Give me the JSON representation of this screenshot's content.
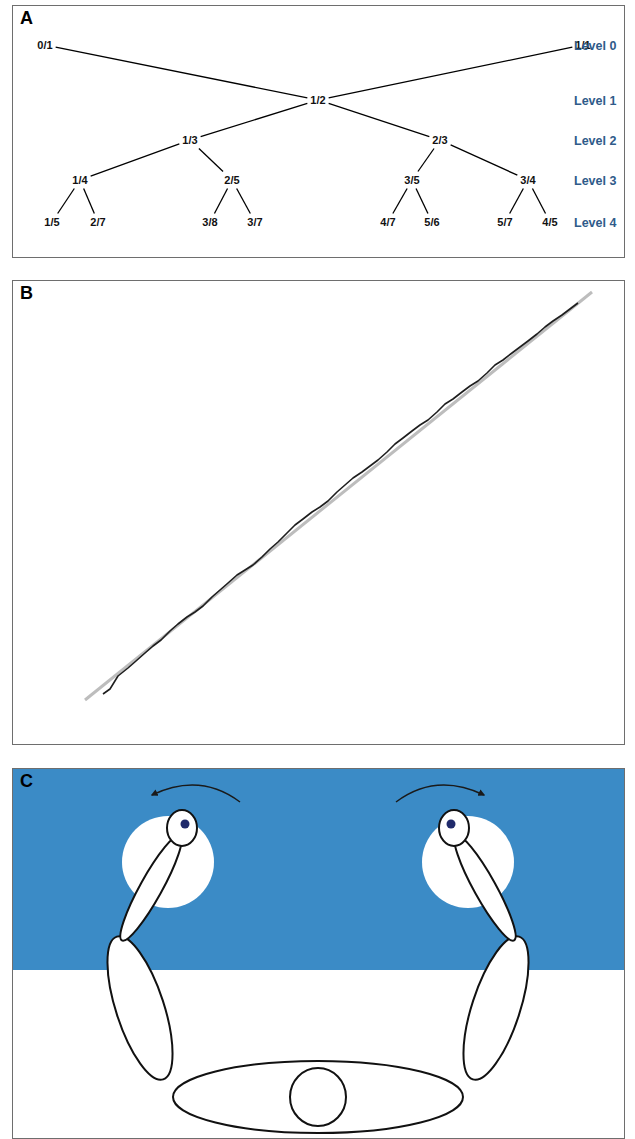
{
  "diagram": {
    "nodes": [
      {
        "text": [
          "A"
        ]
      },
      {
        "text": [
          "0/1"
        ],
        "in": 0
      },
      {
        "text": [
          "1/1"
        ],
        "in": 0
      },
      {
        "text": [
          "1/2"
        ],
        "in": 0
      },
      {
        "text": [
          "1/3"
        ],
        "in": 0
      },
      {
        "text": [
          "2/3"
        ],
        "in": 0
      },
      {
        "text": [
          "1/4"
        ],
        "in": 0
      },
      {
        "text": [
          "2/5"
        ],
        "in": 0
      },
      {
        "text": [
          "3/5"
        ],
        "in": 0
      },
      {
        "text": [
          "3/4"
        ],
        "in": 0
      },
      {
        "text": [
          "1/5"
        ],
        "in": 0
      },
      {
        "text": [
          "2/7"
        ],
        "in": 0
      },
      {
        "text": [
          "3/8"
        ],
        "in": 0
      },
      {
        "text": [
          "3/7"
        ],
        "in": 0
      },
      {
        "text": [
          "4/7"
        ],
        "in": 0
      },
      {
        "text": [
          "5/6"
        ],
        "in": 0
      },
      {
        "text": [
          "5/7"
        ],
        "in": 0
      },
      {
        "text": [
          "4/5"
        ],
        "in": 0
      },
      {
        "text": [
          "B"
        ]
      },
      {
        "text": [
          "C"
        ]
      }
    ],
    "edges": [
      {
        "from": 1,
        "to": 3,
        "arrow": "none"
      },
      {
        "from": 2,
        "to": 3,
        "arrow": "none"
      },
      {
        "from": 3,
        "to": 4,
        "arrow": "none"
      },
      {
        "from": 3,
        "to": 5,
        "arrow": "none"
      },
      {
        "from": 4,
        "to": 6,
        "arrow": "none"
      },
      {
        "from": 4,
        "to": 7,
        "arrow": "none"
      },
      {
        "from": 5,
        "to": 8,
        "arrow": "none"
      },
      {
        "from": 5,
        "to": 9,
        "arrow": "none"
      },
      {
        "from": 6,
        "to": 10,
        "arrow": "none"
      },
      {
        "from": 6,
        "to": 11,
        "arrow": "none"
      },
      {
        "from": 7,
        "to": 12,
        "arrow": "none"
      },
      {
        "from": 7,
        "to": 13,
        "arrow": "none"
      },
      {
        "from": 8,
        "to": 14,
        "arrow": "none"
      },
      {
        "from": 8,
        "to": 15,
        "arrow": "none"
      },
      {
        "from": 9,
        "to": 16,
        "arrow": "none"
      },
      {
        "from": 9,
        "to": 17,
        "arrow": "none"
      }
    ],
    "labels": [
      "Level 0",
      "Level 1",
      "Level 2",
      "Level 3",
      "Level 4"
    ]
  }
}
